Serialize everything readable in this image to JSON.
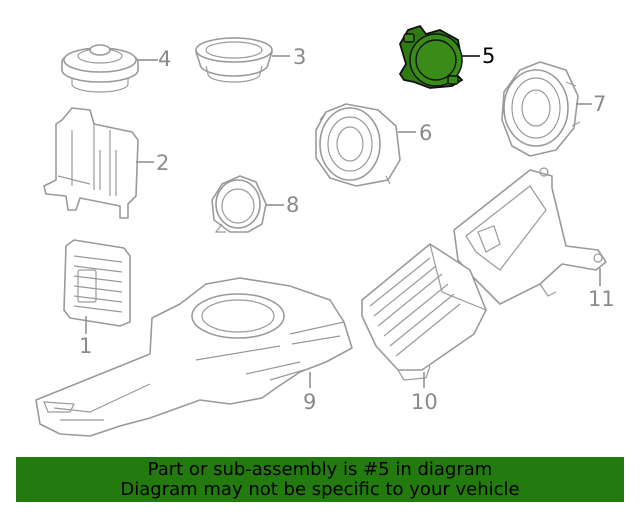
{
  "diagram": {
    "callouts": [
      {
        "number": "1",
        "highlighted": false
      },
      {
        "number": "2",
        "highlighted": false
      },
      {
        "number": "3",
        "highlighted": false
      },
      {
        "number": "4",
        "highlighted": false
      },
      {
        "number": "5",
        "highlighted": true
      },
      {
        "number": "6",
        "highlighted": false
      },
      {
        "number": "7",
        "highlighted": false
      },
      {
        "number": "8",
        "highlighted": false
      },
      {
        "number": "9",
        "highlighted": false
      },
      {
        "number": "10",
        "highlighted": false
      },
      {
        "number": "11",
        "highlighted": false
      }
    ],
    "colors": {
      "highlight_fill": "#2f7a12",
      "line_art": "#9a9a9a",
      "banner_background": "#237a0f"
    }
  },
  "banner": {
    "line1": "Part or sub-assembly is #5 in diagram",
    "line2": "Diagram may not be specific to your vehicle"
  }
}
